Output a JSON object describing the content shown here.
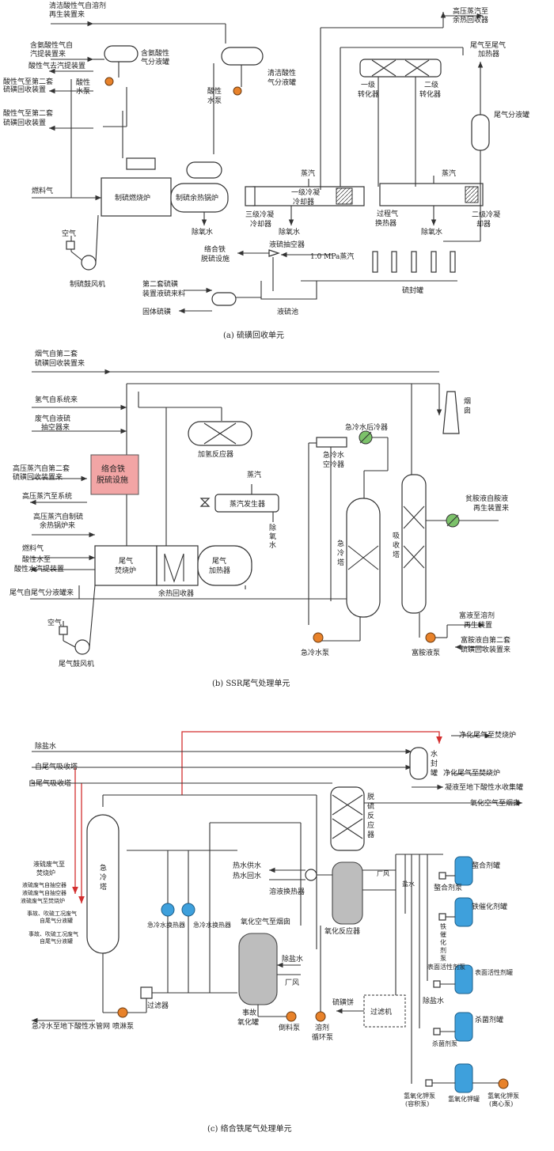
{
  "a": {
    "caption": "(a) 硫磺回收单元",
    "labels": {
      "in_clean_acid": "清洁酸性气自溶剂",
      "in_clean_acid2": "再生装置来",
      "in_nh3_acid": "含氨酸性气自",
      "in_nh3_acid2": "汽提装置来",
      "to_strip": "酸性气去汽提装置",
      "acid2_a": "酸性气至第二套",
      "acid2_a2": "硫磺回收装置",
      "acid2_b": "酸性气至第二套",
      "acid2_b2": "硫磺回收装置",
      "fuel": "燃料气",
      "air": "空气",
      "blower": "制硫鼓风机",
      "nh3_ko": "含氨酸性",
      "nh3_ko2": "气分液罐",
      "clean_ko": "清洁酸性",
      "clean_ko2": "气分液罐",
      "acid_pump1": "酸性",
      "acid_pump1b": "水泵",
      "acid_pump2": "酸性",
      "acid_pump2b": "水泵",
      "furnace": "制硫燃烧炉",
      "whb": "制硫余热锅炉",
      "deox1": "除氧水",
      "deox2": "除氧水",
      "deox3": "除氧水",
      "steam1": "蒸汽",
      "steam2": "蒸汽",
      "cool1": "一级冷凝",
      "cool1b": "冷却器",
      "cool3": "三级冷凝",
      "cool3b": "冷却器",
      "cool2": "二级冷凝",
      "cool2b": "却器",
      "hp_steam": "高压蒸汽至",
      "hp_steam2": "余热回收器",
      "tail_heater": "尾气至尾气",
      "tail_heater2": "加热器",
      "conv1": "一级",
      "conv1b": "转化器",
      "conv2": "二级",
      "conv2b": "转化器",
      "tail_ko": "尾气分液罐",
      "hx": "过程气",
      "hxb": "换热器",
      "ejector": "液硫抽空器",
      "mp_steam": "1.0 MPa蒸汽",
      "chel": "络合铁",
      "chelb": "脱硫设施",
      "second": "第二套硫磺",
      "secondb": "装置液硫来料",
      "solid": "固体硫磺",
      "pit": "液硫池",
      "seal": "硫封罐"
    }
  },
  "b": {
    "caption": "(b) SSR尾气处理单元",
    "labels": {
      "flue": "烟气自第二套",
      "flue2": "硫磺回收装置来",
      "h2": "氢气自系统来",
      "waste": "废气自液硫",
      "waste2": "抽空器来",
      "hp2": "高压蒸汽自第二套",
      "hp2b": "硫磺回收装置来",
      "hp_sys": "高压蒸汽至系统",
      "hp_whb": "高压蒸汽自制硫",
      "hp_whb2": "余热锅炉来",
      "fuel": "燃料气",
      "sour": "酸性水至",
      "sour2": "酸性水汽提装置",
      "tail": "尾气自尾气分液罐来",
      "air": "空气",
      "blower": "尾气鼓风机",
      "chel": "络合铁",
      "chel2": "脱硫设施",
      "hydro": "加氢反应器",
      "steam": "蒸汽",
      "sg": "蒸汽发生器",
      "deox": "除",
      "deox2": "氧",
      "deox3": "水",
      "incin": "尾气",
      "incin2": "焚烧炉",
      "theat": "尾气",
      "theat2": "加热器",
      "whr": "余热回收器",
      "quench": "急",
      "quench2": "冷",
      "quench3": "塔",
      "absorb": "吸",
      "absorb2": "收",
      "absorb3": "塔",
      "qcool": "急冷水后冷器",
      "qair": "急冷水",
      "qair2": "空冷器",
      "stack": "烟",
      "stack2": "囱",
      "lean": "贫胺液自胺液",
      "lean2": "再生装置来",
      "rich_out": "富液至溶剂",
      "rich_out2": "再生装置",
      "rich_in": "富胺液自第二套",
      "rich_in2": "硫磺回收装置来",
      "qpump": "急冷水泵",
      "rpump": "富胺液泵"
    }
  },
  "c": {
    "caption": "(c) 络合铁尾气处理单元",
    "labels": {
      "clean_out": "净化尾气至焚烧炉",
      "clean_out2": "净化尾气至焚烧炉",
      "desalt": "除盐水",
      "abs1": "自尾气吸收塔",
      "abs2": "自尾气吸收塔",
      "seal": "水",
      "seal2": "封",
      "seal3": "罐",
      "cond": "凝液至地下酸性水收集罐",
      "oxair": "氧化空气至烟囱",
      "sul1": "液硫废气至",
      "sul1b": "焚烧炉",
      "sul2": "液硫废气自抽空器",
      "sul3": "液硫废气自抽空器",
      "sul4": "液硫废气至焚烧炉",
      "acc1": "事故、吹硫工况废气",
      "acc1b": "自尾气分液罐",
      "acc2": "事故、吹硫工况废气",
      "acc2b": "自尾气分液罐",
      "quench": "急",
      "quench2": "冷",
      "quench3": "塔",
      "hx1": "急冷水换热器",
      "hx2": "急冷水换热器",
      "desulf": "脱",
      "desulf2": "硫",
      "desulf3": "反",
      "desulf4": "应",
      "desulf5": "器",
      "hw_in": "热水供水",
      "hw_out": "热水回水",
      "sol_hx": "溶液换热器",
      "oxair2": "氧化空气至烟囱",
      "oxr": "氧化反应器",
      "plant_air": "厂风",
      "desalt2": "盐水",
      "chel_tank": "螯合剂罐",
      "chel_pump": "螯合剂泵",
      "iron_tank": "铁催化剂罐",
      "iron_pump": "铁",
      "iron_pump2": "催",
      "iron_pump3": "化",
      "iron_pump4": "剂",
      "iron_pump5": "泵",
      "surf_pump": "表面活性剂泵",
      "surf_tank": "表面活性剂罐",
      "bio_pump": "杀菌剂泵",
      "bio_tank": "杀菌剂罐",
      "desalt3": "除盐水",
      "koh1": "氢氧化钾泵",
      "koh1b": "(容积泵)",
      "koh_tank": "氢氧化钾罐",
      "koh2": "氢氧化钾泵",
      "koh2b": "(离心泵)",
      "emerg": "事故",
      "emerg2": "氧化罐",
      "desalt4": "除盐水",
      "plant_air2": "厂风",
      "filter": "过滤器",
      "filt2": "过滤机",
      "cake": "硫磺饼",
      "spray": "喷淋泵",
      "transfer": "倒料泵",
      "circ": "溶剂",
      "circ2": "循环泵",
      "drain": "急冷水至地下酸性水管网"
    }
  }
}
